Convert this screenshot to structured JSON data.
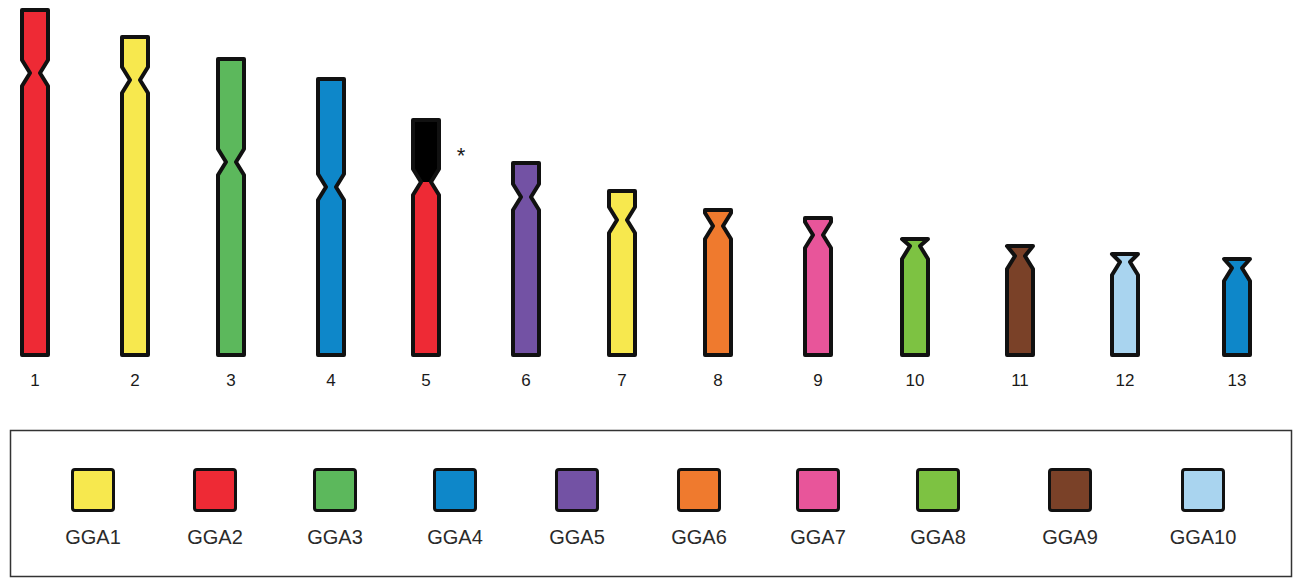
{
  "diagram": {
    "labels": [
      "1",
      "2",
      "3",
      "4",
      "5",
      "6",
      "7",
      "8",
      "9",
      "10",
      "11",
      "12",
      "13",
      "*"
    ],
    "legend": [
      {
        "text": "GGA1",
        "color": "#f7e84e"
      },
      {
        "text": "GGA2",
        "color": "#ee2a35"
      },
      {
        "text": "GGA3",
        "color": "#5cb85c"
      },
      {
        "text": "GGA4",
        "color": "#0e87c9"
      },
      {
        "text": "GGA5",
        "color": "#7352a4"
      },
      {
        "text": "GGA6",
        "color": "#ef7a2e"
      },
      {
        "text": "GGA7",
        "color": "#e8559a"
      },
      {
        "text": "GGA8",
        "color": "#7dc242"
      },
      {
        "text": "GGA9",
        "color": "#7a4128"
      },
      {
        "text": "GGA10",
        "color": "#a9d4ef"
      }
    ]
  }
}
